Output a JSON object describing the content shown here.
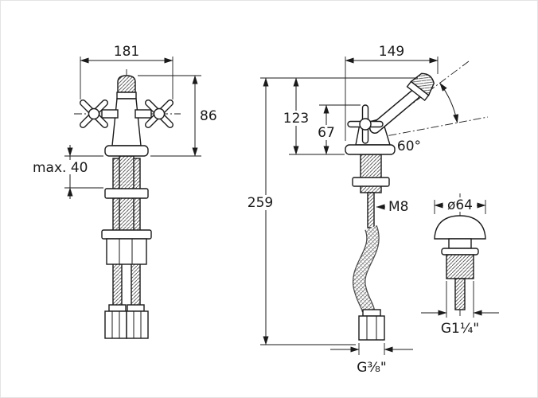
{
  "page": {
    "background": "#ffffff",
    "line_color": "#1a1a1a"
  },
  "front_view": {
    "width_mm": "181",
    "height_mm": "86",
    "max_deck": "max. 40"
  },
  "side_view": {
    "depth_mm": "149",
    "spout_height_mm": "123",
    "handle_height_mm": "67",
    "total_height_mm": "259",
    "swivel_angle": "60°",
    "stud_thread": "M8",
    "hose_thread": "G⅜\""
  },
  "waste_view": {
    "diameter": "ø64",
    "thread": "G1¼\""
  }
}
